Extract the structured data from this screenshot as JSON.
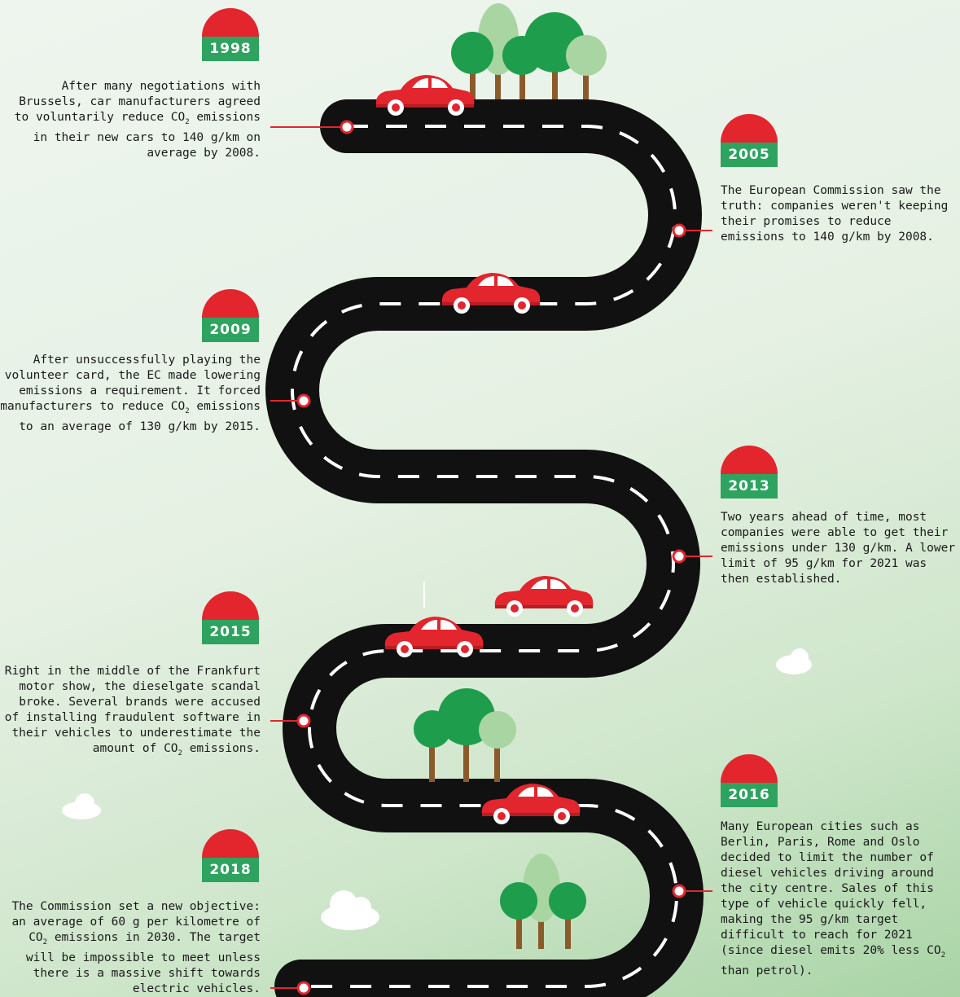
{
  "events": [
    {
      "id": "1998",
      "year": "1998",
      "side": "left",
      "pre": "After many negotiations with Brussels, car manufacturers agreed to voluntarily reduce CO",
      "sub": "2",
      "post": " emissions in their new cars to 140 g/km on average by 2008."
    },
    {
      "id": "2005",
      "year": "2005",
      "side": "right",
      "pre": "The European Commission saw the truth: companies weren't keeping their promises to reduce emissions to 140 g/km by 2008.",
      "sub": "",
      "post": ""
    },
    {
      "id": "2009",
      "year": "2009",
      "side": "left",
      "pre": "After unsuccessfully playing the volunteer card, the EC made lowering emissions a requirement. It forced manufacturers to reduce CO",
      "sub": "2",
      "post": " emissions to an average of 130 g/km by 2015."
    },
    {
      "id": "2013",
      "year": "2013",
      "side": "right",
      "pre": "Two years ahead of time, most companies were able to get their emissions under 130 g/km. A lower limit of 95 g/km for 2021 was then established.",
      "sub": "",
      "post": ""
    },
    {
      "id": "2015",
      "year": "2015",
      "side": "left",
      "pre": "Right in the middle of the Frankfurt motor show, the dieselgate scandal broke. Several brands were accused of installing fraudulent software in their vehicles to underestimate the amount of CO",
      "sub": "2",
      "post": " emissions."
    },
    {
      "id": "2016",
      "year": "2016",
      "side": "right",
      "pre": "Many European cities such as Berlin, Paris, Rome and Oslo decided to limit the number of diesel vehicles driving around the city centre. Sales of this type of vehicle quickly fell, making the 95 g/km target difficult to reach for 2021 (since diesel emits 20% less CO",
      "sub": "2",
      "post": " than petrol)."
    },
    {
      "id": "2018",
      "year": "2018",
      "side": "left",
      "pre": "The Commission set a new objective: an average of 60 g per kilometre of CO",
      "sub": "2",
      "post": " emissions in 2030. The target will be impossible to meet unless there is a massive shift towards electric vehicles."
    }
  ],
  "colors": {
    "road": "#111111",
    "dash": "#ffffff",
    "car": "#e3252e",
    "badge_top": "#e3252e",
    "badge_bottom": "#2ea35f",
    "tree_dark": "#1e9e4c",
    "tree_light": "#a8d5a2",
    "trunk": "#8b5a2b",
    "connector": "#e3252e"
  },
  "icons": [
    "road",
    "car-icon",
    "tree-icon",
    "cloud-icon"
  ]
}
